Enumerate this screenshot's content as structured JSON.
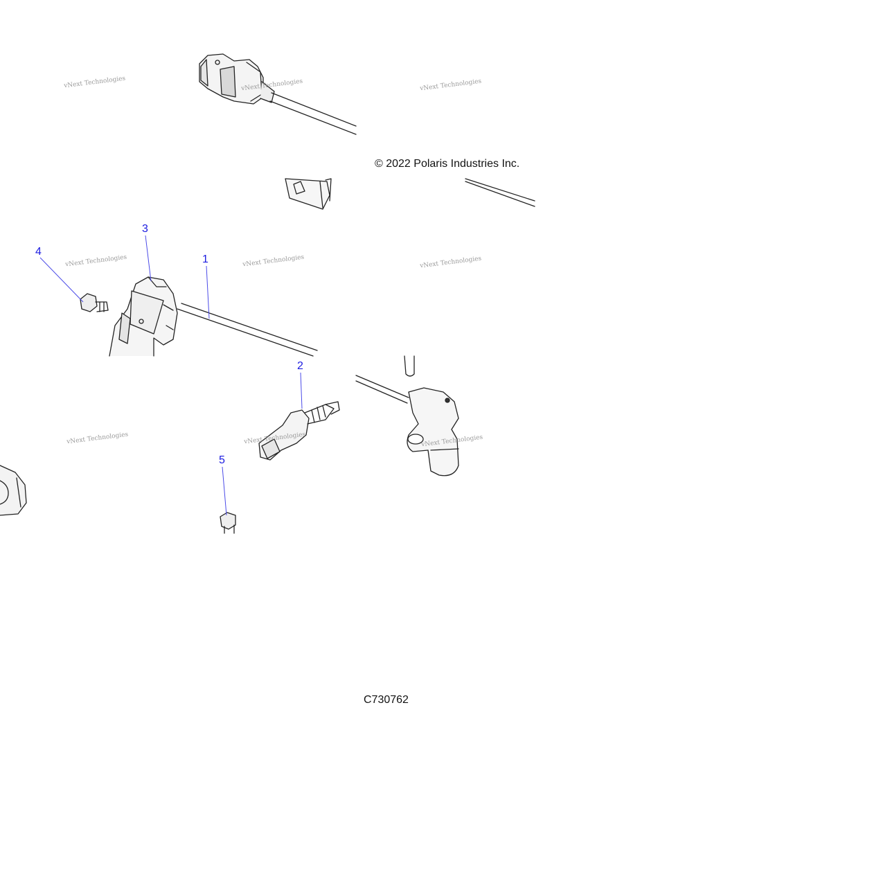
{
  "copyright": "© 2022 Polaris Industries Inc.",
  "drawing_number": "C730762",
  "watermark_text": "vNext Technologies",
  "callouts": [
    {
      "id": "1",
      "label": "1"
    },
    {
      "id": "2",
      "label": "2"
    },
    {
      "id": "3",
      "label": "3"
    },
    {
      "id": "4",
      "label": "4"
    },
    {
      "id": "5",
      "label": "5"
    }
  ],
  "colors": {
    "line": "#222222",
    "callout": "#1a1ae0",
    "leader": "#4a4ae8",
    "shade": "#dcdcdc"
  }
}
